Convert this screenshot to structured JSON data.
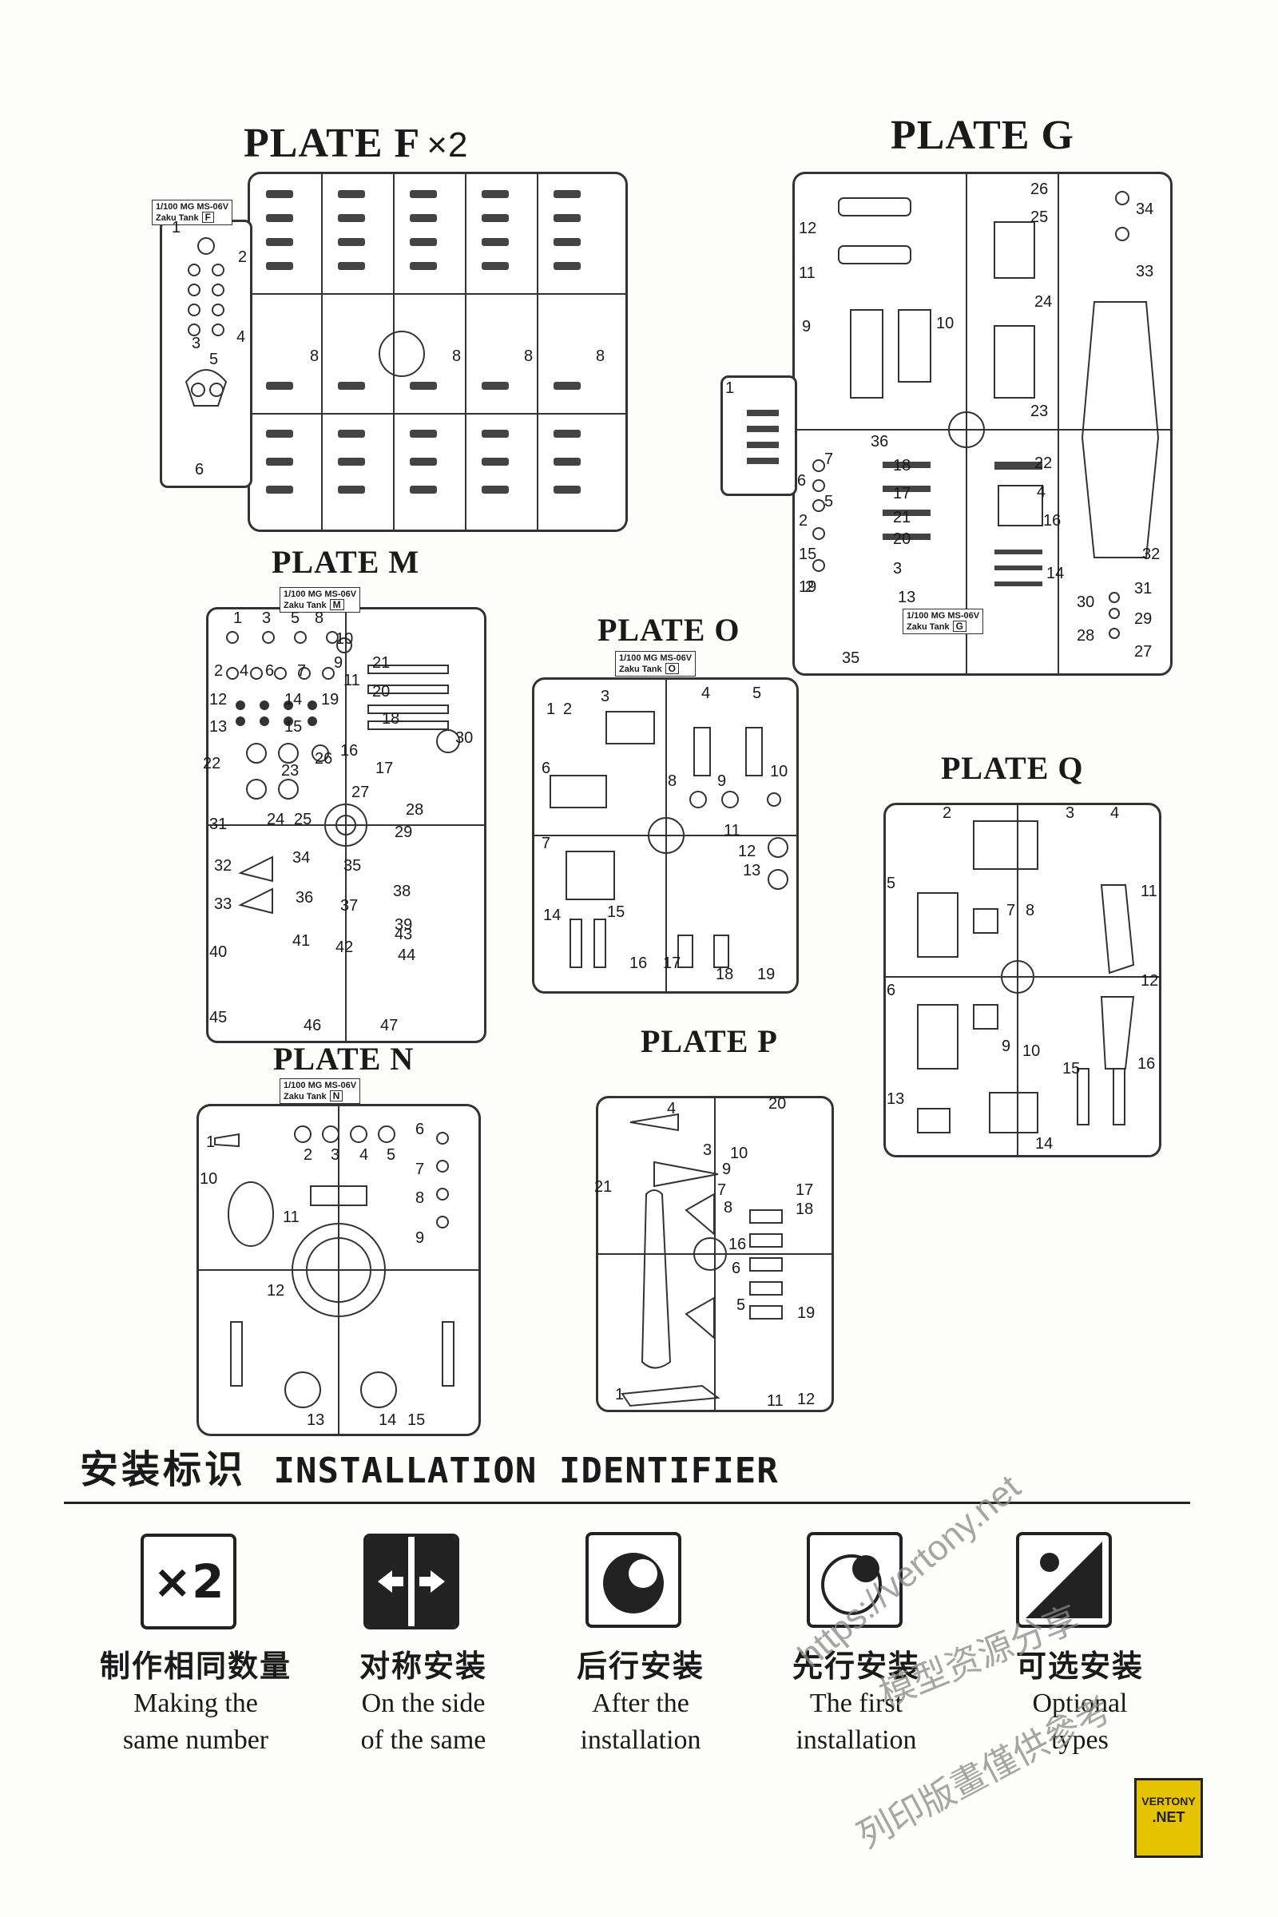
{
  "plates": {
    "f": {
      "title": "PLATE F",
      "mult": "×2",
      "tag_line1": "1/100 MG MS-06V",
      "tag_line2": "Zaku Tank",
      "tag_letter": "F",
      "numbers": [
        "1",
        "2",
        "3",
        "4",
        "5",
        "6",
        "8",
        "8",
        "8",
        "8"
      ]
    },
    "g": {
      "title": "PLATE G",
      "numbers": [
        "26",
        "25",
        "34",
        "12",
        "33",
        "11",
        "24",
        "9",
        "10",
        "1",
        "23",
        "36",
        "7",
        "18",
        "22",
        "6",
        "5",
        "17",
        "2",
        "4",
        "21",
        "16",
        "20",
        "15",
        "3",
        "14",
        "19",
        "2",
        "13",
        "32",
        "31",
        "30",
        "29",
        "28",
        "27",
        "35"
      ],
      "tag_line1": "1/100 MG MS-06V",
      "tag_line2": "Zaku Tank",
      "tag_letter": "G"
    },
    "m": {
      "title": "PLATE M",
      "tag_line1": "1/100 MG MS-06V",
      "tag_line2": "Zaku Tank",
      "tag_letter": "M",
      "numbers": [
        "1",
        "3",
        "5",
        "8",
        "10",
        "2",
        "4",
        "6",
        "7",
        "9",
        "11",
        "12",
        "14",
        "19",
        "20",
        "21",
        "13",
        "15",
        "18",
        "22",
        "23",
        "26",
        "16",
        "17",
        "30",
        "27",
        "28",
        "31",
        "24",
        "25",
        "29",
        "32",
        "34",
        "35",
        "38",
        "33",
        "36",
        "37",
        "39",
        "40",
        "41",
        "42",
        "43",
        "44",
        "45",
        "46",
        "47"
      ]
    },
    "o": {
      "title": "PLATE O",
      "tag_line1": "1/100 MG MS-06V",
      "tag_line2": "Zaku Tank",
      "tag_letter": "O",
      "numbers": [
        "1",
        "2",
        "3",
        "4",
        "5",
        "6",
        "8",
        "9",
        "10",
        "7",
        "11",
        "12",
        "13",
        "14",
        "15",
        "16",
        "17",
        "18",
        "19"
      ]
    },
    "q": {
      "title": "PLATE Q",
      "numbers": [
        "2",
        "3",
        "4",
        "5",
        "7",
        "8",
        "11",
        "6",
        "12",
        "9",
        "10",
        "15",
        "16",
        "13",
        "14"
      ]
    },
    "n": {
      "title": "PLATE N",
      "tag_line1": "1/100 MG MS-06V",
      "tag_line2": "Zaku Tank",
      "tag_letter": "N",
      "numbers": [
        "1",
        "2",
        "3",
        "4",
        "5",
        "6",
        "7",
        "8",
        "9",
        "10",
        "11",
        "12",
        "13",
        "14",
        "15"
      ]
    },
    "p": {
      "title": "PLATE P",
      "numbers": [
        "4",
        "20",
        "3",
        "10",
        "9",
        "21",
        "7",
        "8",
        "17",
        "18",
        "16",
        "6",
        "5",
        "19",
        "11",
        "1",
        "12"
      ]
    }
  },
  "identifier": {
    "title_cn": "安装标识",
    "title_en": "INSTALLATION IDENTIFIER",
    "items": [
      {
        "icon": "times-two-icon",
        "icon_text": "×2",
        "cn": "制作相同数量",
        "en1": "Making the",
        "en2": "same number"
      },
      {
        "icon": "mirror-arrows-icon",
        "cn": "对称安装",
        "en1": "On the side",
        "en2": "of the same"
      },
      {
        "icon": "after-install-icon",
        "cn": "后行安装",
        "en1": "After the",
        "en2": "installation"
      },
      {
        "icon": "first-install-icon",
        "cn": "先行安装",
        "en1": "The first",
        "en2": "installation"
      },
      {
        "icon": "optional-types-icon",
        "cn": "可选安装",
        "en1": "Optional",
        "en2": "types"
      }
    ]
  },
  "watermark": {
    "url": "https://vertony.net",
    "cn1": "模型资源分享",
    "cn2": "列印版畫僅供參考"
  },
  "logo": {
    "line1": "VERTONY",
    "line2": ".NET"
  },
  "colors": {
    "ink": "#1a1a1a",
    "logo": "#e6c300"
  }
}
